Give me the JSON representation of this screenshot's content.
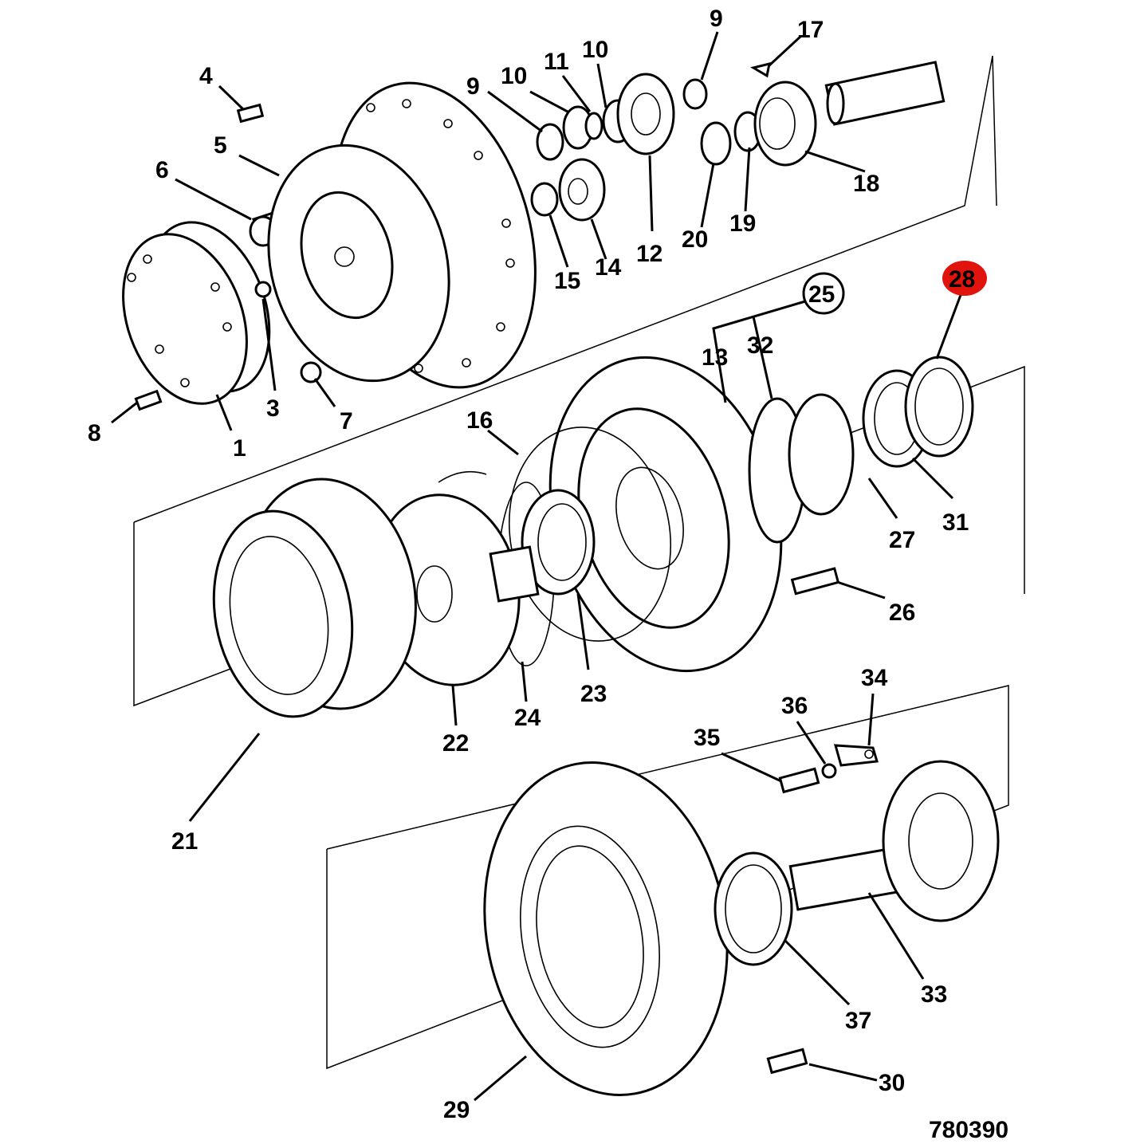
{
  "diagram": {
    "drawing_number": "780390",
    "labels": [
      {
        "id": "1",
        "text": "1"
      },
      {
        "id": "3",
        "text": "3"
      },
      {
        "id": "4",
        "text": "4"
      },
      {
        "id": "5",
        "text": "5"
      },
      {
        "id": "6",
        "text": "6"
      },
      {
        "id": "7",
        "text": "7"
      },
      {
        "id": "8",
        "text": "8"
      },
      {
        "id": "9a",
        "text": "9"
      },
      {
        "id": "9b",
        "text": "9"
      },
      {
        "id": "10a",
        "text": "10"
      },
      {
        "id": "10b",
        "text": "10"
      },
      {
        "id": "11",
        "text": "11"
      },
      {
        "id": "12",
        "text": "12"
      },
      {
        "id": "13",
        "text": "13"
      },
      {
        "id": "14",
        "text": "14"
      },
      {
        "id": "15",
        "text": "15"
      },
      {
        "id": "16",
        "text": "16"
      },
      {
        "id": "17",
        "text": "17"
      },
      {
        "id": "18",
        "text": "18"
      },
      {
        "id": "19",
        "text": "19"
      },
      {
        "id": "20",
        "text": "20"
      },
      {
        "id": "21",
        "text": "21"
      },
      {
        "id": "22",
        "text": "22"
      },
      {
        "id": "23",
        "text": "23"
      },
      {
        "id": "24",
        "text": "24"
      },
      {
        "id": "25",
        "text": "25"
      },
      {
        "id": "26",
        "text": "26"
      },
      {
        "id": "27",
        "text": "27"
      },
      {
        "id": "28",
        "text": "28"
      },
      {
        "id": "29",
        "text": "29"
      },
      {
        "id": "30",
        "text": "30"
      },
      {
        "id": "31",
        "text": "31"
      },
      {
        "id": "32",
        "text": "32"
      },
      {
        "id": "33",
        "text": "33"
      },
      {
        "id": "34",
        "text": "34"
      },
      {
        "id": "35",
        "text": "35"
      },
      {
        "id": "36",
        "text": "36"
      },
      {
        "id": "37",
        "text": "37"
      }
    ],
    "colors": {
      "line": "#000000",
      "background": "#ffffff",
      "highlight": "#e0140c"
    },
    "highlighted_part": "28",
    "circled_part": "25"
  }
}
